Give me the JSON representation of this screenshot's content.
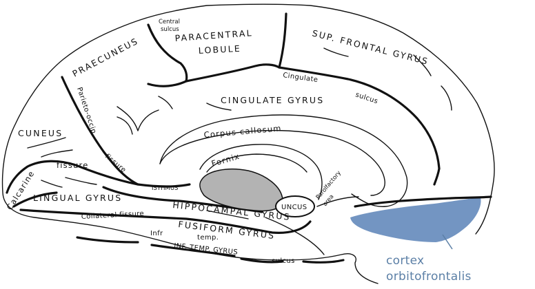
{
  "labels": {
    "central_sulcus_1": "Central",
    "central_sulcus_2": "sulcus",
    "paracentral_1": "PARACENTRAL",
    "paracentral_2": "LOBULE",
    "sup_frontal": "SUP. FRONTAL GYRUS",
    "praecuneus": "PRAECUNEUS",
    "parieto_occip": "Parieto-occip.",
    "fissure_po": "fissure",
    "cingulate_sulcus_1": "Cingulate",
    "cingulate_sulcus_2": "sulcus",
    "cingulate_gyrus": "CINGULATE GYRUS",
    "cuneus": "CUNEUS",
    "corpus_callosum": "Corpus callosum",
    "fornix": "Fornix",
    "calcarine": "Calcarine",
    "fissure_calc": "fissure",
    "lingual_gyrus": "LINGUAL GYRUS",
    "isthmus": "ISTHMUS",
    "hippocampal_gyrus": "HIPPOCAMPAL GYRUS",
    "uncus": "UNCUS",
    "parolfactory_1": "Parolfactory",
    "parolfactory_2": "area",
    "collateral_fissure": "Collateral fissure",
    "infr": "Infr",
    "fusiform_gyrus": "FUSIFORM GYRUS",
    "temp": "temp.",
    "inf_temp_gyrus": "INF. TEMP. GYRUS",
    "sulcus_temp": "sulcus"
  },
  "annotation": {
    "line1": "cortex",
    "line2": "orbitofrontalis",
    "color": "#5b7fa6",
    "highlight_color": "#7395c2"
  }
}
